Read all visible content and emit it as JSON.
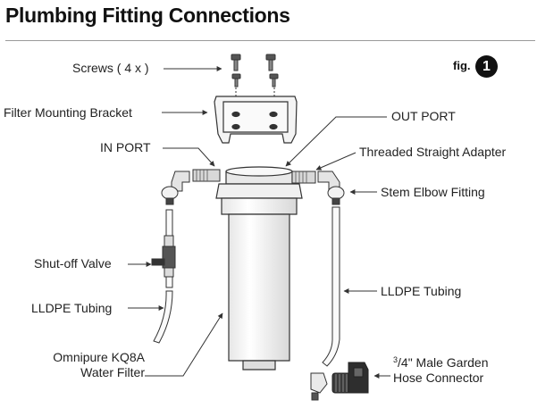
{
  "header": {
    "title": "Plumbing Fitting Connections"
  },
  "figure": {
    "prefix": "fig.",
    "number": "1"
  },
  "labels": {
    "screws": "Screws ( 4 x )",
    "bracket": "Filter Mounting Bracket",
    "in_port": "IN PORT",
    "out_port": "OUT PORT",
    "adapter": "Threaded Straight Adapter",
    "elbow": "Stem Elbow Fitting",
    "valve": "Shut-off Valve",
    "tubing_left": "LLDPE Tubing",
    "tubing_right": "LLDPE Tubing",
    "filter_line1": "Omnipure KQ8A",
    "filter_line2": "Water Filter",
    "garden_frac_num": "3",
    "garden_frac_rest": "/4\" Male Garden",
    "garden_line2": "Hose Connector"
  },
  "colors": {
    "outline": "#333333",
    "fill_light": "#f2f2f2",
    "fill_dark": "#3a3a3a",
    "leader": "#333333"
  }
}
